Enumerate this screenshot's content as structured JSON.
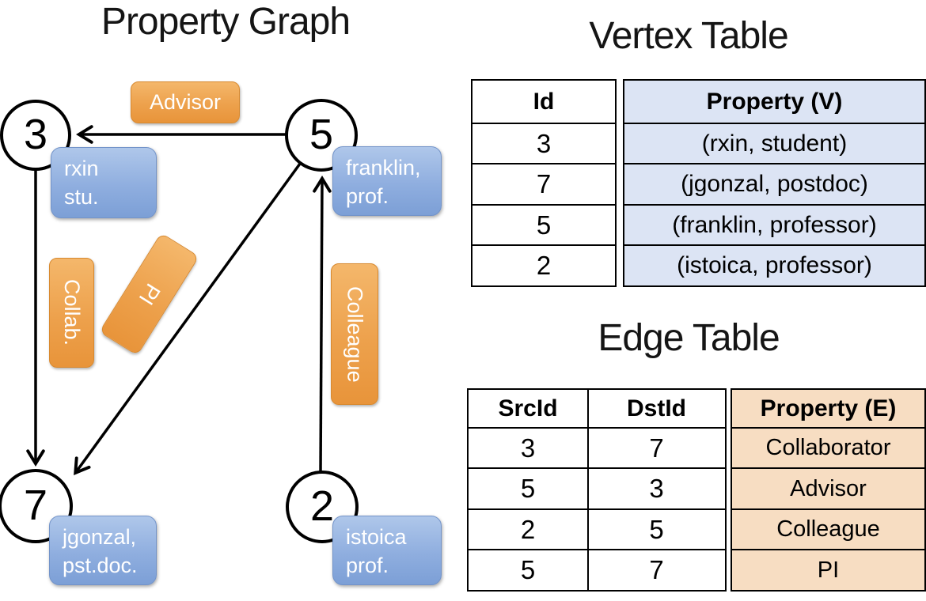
{
  "slide": {
    "graph_title": "Property Graph",
    "vertex_table_title": "Vertex Table",
    "edge_table_title": "Edge Table"
  },
  "graph": {
    "vertices": [
      {
        "id": "3",
        "prop_line1": "rxin",
        "prop_line2": "stu."
      },
      {
        "id": "5",
        "prop_line1": "franklin,",
        "prop_line2": "prof."
      },
      {
        "id": "7",
        "prop_line1": "jgonzal,",
        "prop_line2": "pst.doc."
      },
      {
        "id": "2",
        "prop_line1": "istoica",
        "prop_line2": "prof."
      }
    ],
    "edge_labels": {
      "advisor": "Advisor",
      "collab": "Collab.",
      "pi": "PI",
      "colleague": "Colleague"
    }
  },
  "vertex_table": {
    "headers": {
      "id": "Id",
      "property": "Property (V)"
    },
    "rows": [
      {
        "id": "3",
        "property": "(rxin, student)"
      },
      {
        "id": "7",
        "property": "(jgonzal, postdoc)"
      },
      {
        "id": "5",
        "property": "(franklin, professor)"
      },
      {
        "id": "2",
        "property": "(istoica, professor)"
      }
    ]
  },
  "edge_table": {
    "headers": {
      "src": "SrcId",
      "dst": "DstId",
      "property": "Property (E)"
    },
    "rows": [
      {
        "src": "3",
        "dst": "7",
        "property": "Collaborator"
      },
      {
        "src": "5",
        "dst": "3",
        "property": "Advisor"
      },
      {
        "src": "2",
        "dst": "5",
        "property": "Colleague"
      },
      {
        "src": "5",
        "dst": "7",
        "property": "PI"
      }
    ]
  },
  "colors": {
    "edge_label_orange_top": "#F4B76B",
    "edge_label_orange_bottom": "#E8943A",
    "vertex_prop_blue_top": "#AFC7EA",
    "vertex_prop_blue_bottom": "#7C9FD6",
    "vertex_table_property_fill": "#DCE4F4",
    "edge_table_property_fill": "#F7DDC2",
    "line_color": "#000000"
  }
}
